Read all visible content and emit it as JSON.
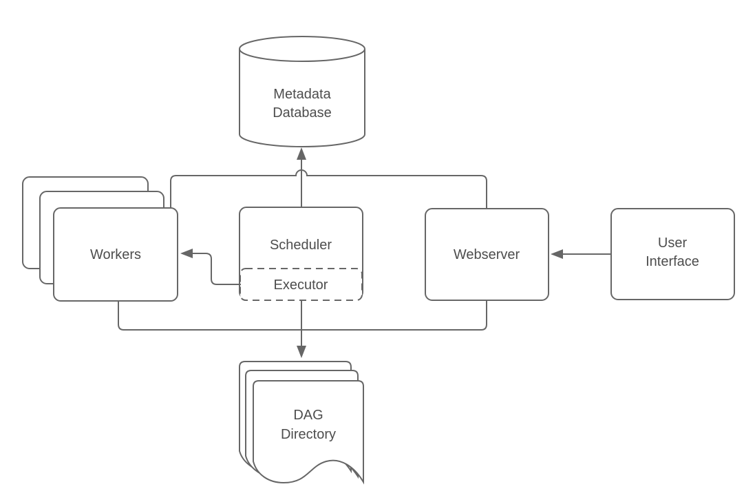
{
  "diagram": {
    "type": "architecture-flowchart",
    "colors": {
      "background": "#ffffff",
      "shape_stroke": "#666666",
      "shape_fill": "#ffffff",
      "label_text": "#4d4d4d"
    },
    "nodes": {
      "metadata_database": {
        "shape": "cylinder",
        "label_line1": "Metadata",
        "label_line2": "Database"
      },
      "workers": {
        "shape": "stacked-rounded-rectangles",
        "stack_count": 3,
        "label": "Workers"
      },
      "scheduler": {
        "shape": "rounded-rectangle",
        "label": "Scheduler"
      },
      "executor": {
        "shape": "dashed-rounded-rectangle",
        "label": "Executor"
      },
      "webserver": {
        "shape": "rounded-rectangle",
        "label": "Webserver"
      },
      "user_interface": {
        "shape": "rounded-rectangle",
        "label_line1": "User",
        "label_line2": "Interface"
      },
      "dag_directory": {
        "shape": "stacked-documents",
        "stack_count": 3,
        "label_line1": "DAG",
        "label_line2": "Directory"
      }
    },
    "edges": [
      {
        "from": "scheduler",
        "to": "metadata_database",
        "style": "arrow-up"
      },
      {
        "from": "executor",
        "to": "workers",
        "style": "arrow-left-elbow"
      },
      {
        "from": "user_interface",
        "to": "webserver",
        "style": "arrow-left"
      },
      {
        "from": "executor",
        "to": "dag_directory",
        "style": "arrow-down"
      },
      {
        "from": "workers",
        "to": "metadata_database",
        "style": "line-via-top-bus"
      },
      {
        "from": "webserver",
        "to": "metadata_database",
        "style": "line-via-top-bus"
      },
      {
        "from": "workers",
        "to": "dag_directory",
        "style": "line-via-bottom-bus"
      },
      {
        "from": "webserver",
        "to": "dag_directory",
        "style": "line-via-bottom-bus"
      }
    ]
  }
}
